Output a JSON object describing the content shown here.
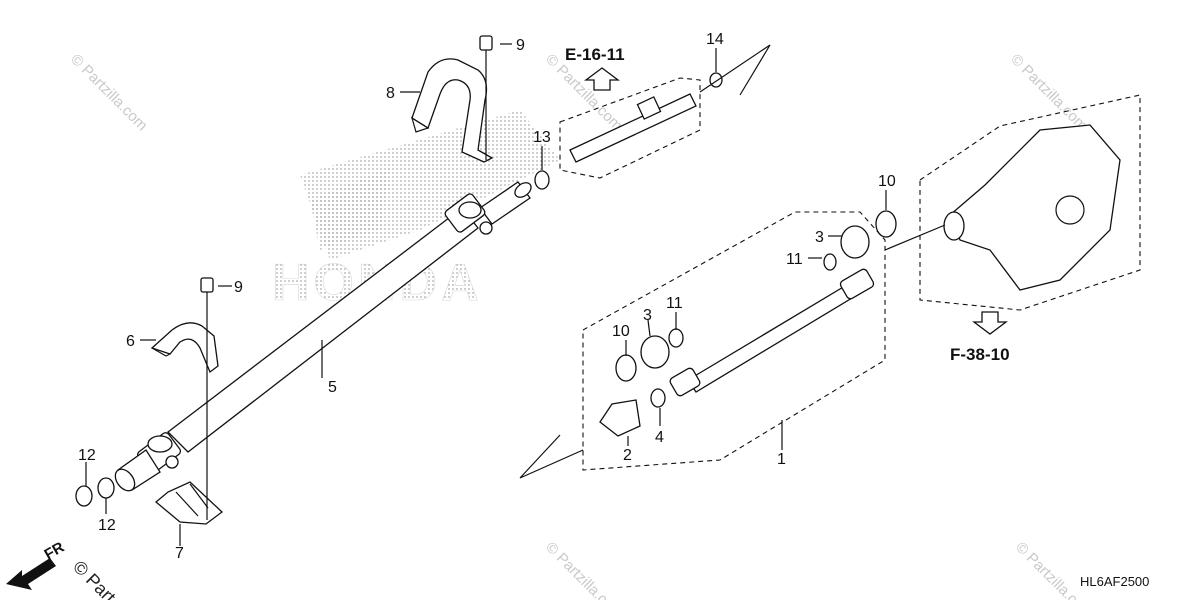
{
  "callouts": {
    "c1": "1",
    "c2": "2",
    "c3a": "3",
    "c3b": "3",
    "c4": "4",
    "c5": "5",
    "c6": "6",
    "c7": "7",
    "c8": "8",
    "c9a": "9",
    "c9b": "9",
    "c10a": "10",
    "c10b": "10",
    "c11a": "11",
    "c11b": "11",
    "c12a": "12",
    "c12b": "12",
    "c13": "13",
    "c14": "14"
  },
  "references": {
    "upper": "E-16-11",
    "lower": "F-38-10"
  },
  "diagram_code": "HL6AF2500",
  "front_label": "FR",
  "watermark": "© Partzilla.com",
  "watermark_partial": "© Part",
  "brand_mark": "HONDA"
}
